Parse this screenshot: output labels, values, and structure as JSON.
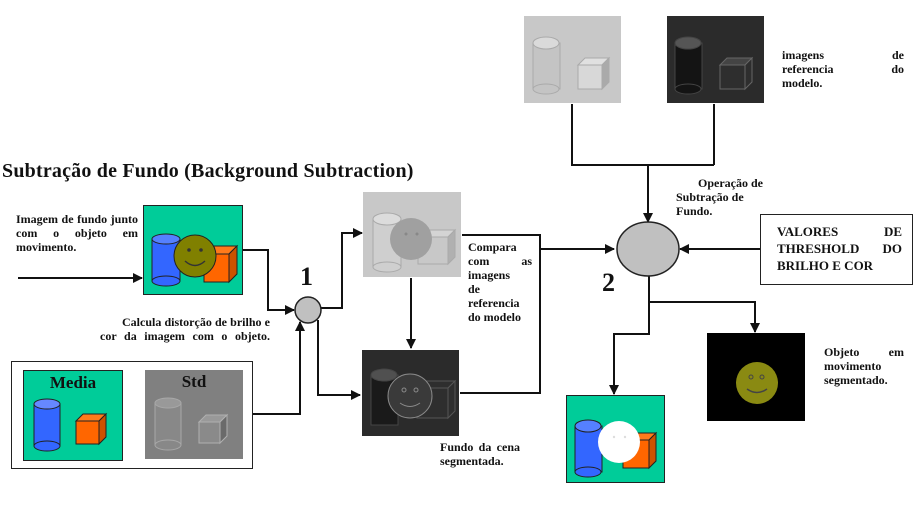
{
  "title": "Subtração de Fundo (Background Subtraction)",
  "colors": {
    "teal_background": "#00cc99",
    "cylinder_blue": "#3366ff",
    "cube_orange": "#ff6600",
    "smiley_olive": "#808000",
    "operator_gray": "#c0c0c0",
    "light_gray_panel": "#c8c8c8",
    "dark_gray_panel": "#2b2b2b",
    "std_panel": "#808080",
    "black_panel": "#000000"
  },
  "nodes": {
    "op1_label": "1",
    "op2_label": "2"
  },
  "labels": {
    "input_image": "Imagem de fundo junto com o objeto em movimento.",
    "distortion": "Calcula distorção de brilho e cor da imagem com o objeto.",
    "compare": [
      "Compara",
      "com as",
      "imagens",
      "de",
      "referencia",
      "do modelo"
    ],
    "segmented_background": "Fundo da cena segmentada.",
    "reference_images": [
      "imagens de",
      "referencia do",
      "modelo."
    ],
    "subtraction_op": [
      "Operação de",
      "Subtração de",
      "Fundo."
    ],
    "moving_object": [
      "Objeto em",
      "movimento",
      "segmentado."
    ]
  },
  "model_box": {
    "media_label": "Media",
    "std_label": "Std"
  },
  "threshold_box": {
    "lines": [
      [
        "VALORES",
        "DE"
      ],
      [
        "THRESHOLD",
        "DO"
      ],
      [
        "BRILHO E COR",
        ""
      ]
    ]
  }
}
